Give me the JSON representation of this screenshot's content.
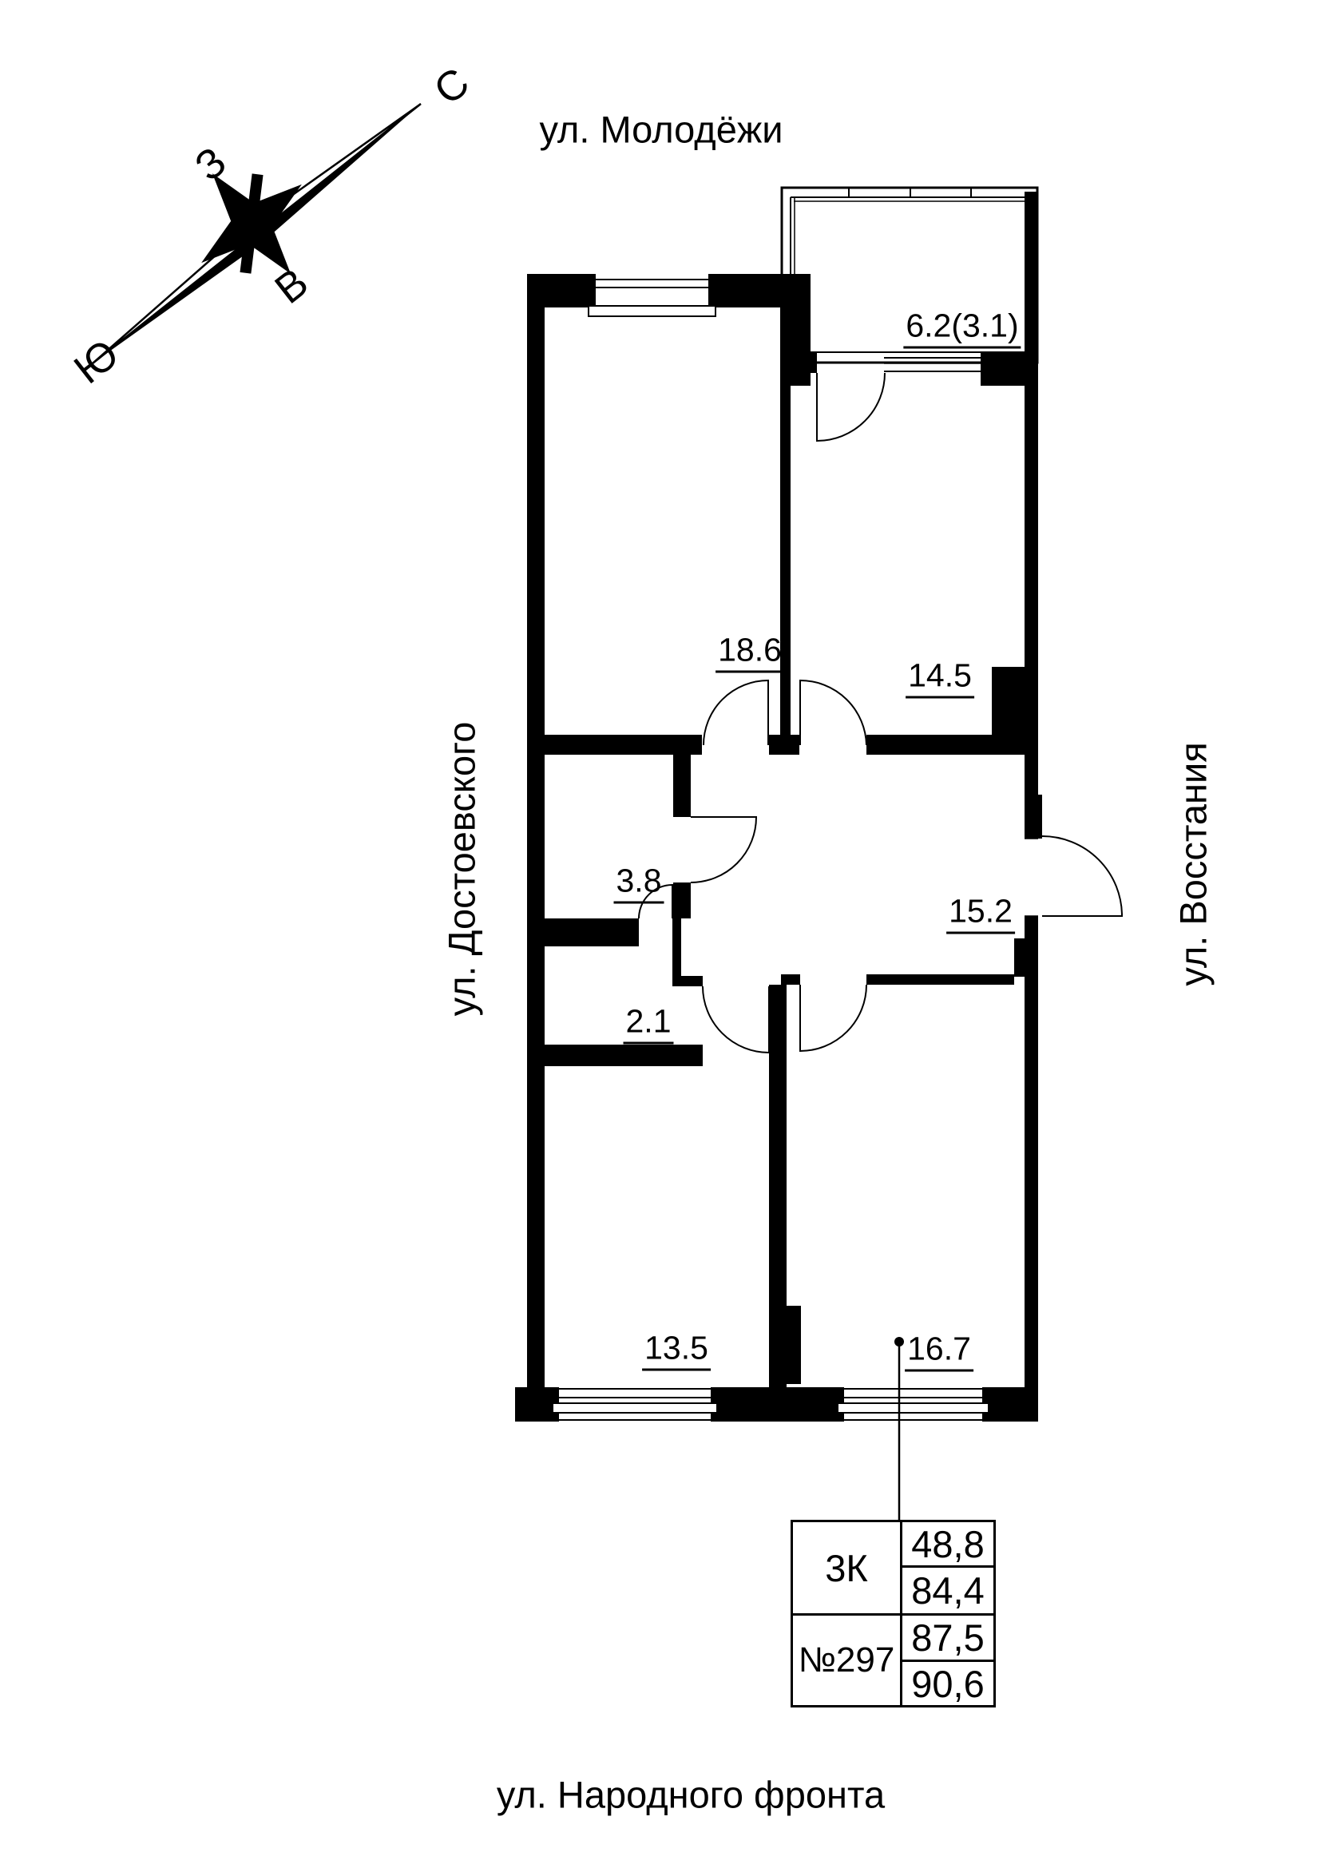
{
  "compass": {
    "north": "С",
    "west": "З",
    "east": "В",
    "south": "Ю"
  },
  "streets": {
    "top": "ул. Молодёжи",
    "left": "ул. Достоевского",
    "right": "ул. Восстания",
    "bottom": "ул. Народного фронта"
  },
  "rooms": [
    {
      "id": "balcony",
      "area": "6.2(3.1)"
    },
    {
      "id": "room-18-6",
      "area": "18.6"
    },
    {
      "id": "room-14-5",
      "area": "14.5"
    },
    {
      "id": "room-3-8",
      "area": "3.8"
    },
    {
      "id": "hallway-15-2",
      "area": "15.2"
    },
    {
      "id": "room-2-1",
      "area": "2.1"
    },
    {
      "id": "room-13-5",
      "area": "13.5"
    },
    {
      "id": "room-16-7",
      "area": "16.7"
    }
  ],
  "info_table": {
    "type_label": "3К",
    "number_label": "№297",
    "living_area": "48,8",
    "area_1": "84,4",
    "area_2": "87,5",
    "area_3": "90,6"
  },
  "colors": {
    "ink": "#000000",
    "paper": "#ffffff"
  }
}
